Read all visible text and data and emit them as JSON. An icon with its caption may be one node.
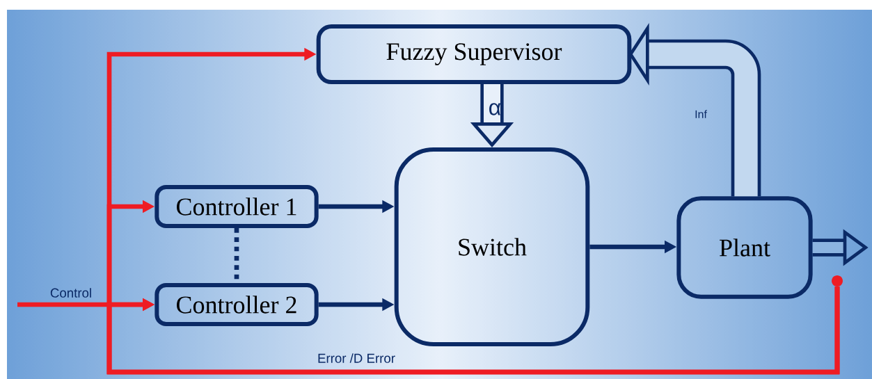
{
  "diagram": {
    "nodes": [
      {
        "text": [
          "Fuzzy Supervisor"
        ]
      },
      {
        "text": [
          "Controller 1"
        ]
      },
      {
        "text": [
          "Controller 2"
        ]
      },
      {
        "text": [
          "Switch"
        ]
      },
      {
        "text": [
          "Plant"
        ]
      },
      {
        "text": [],
        "shape": "circle"
      }
    ],
    "edges": [
      {
        "from": 5,
        "to": 0,
        "arrow": "to",
        "color": "#ee1c24",
        "label": "Error /D Error"
      },
      {
        "from": 5,
        "to": 1,
        "arrow": "to",
        "color": "#ee1c24"
      },
      {
        "from": 5,
        "to": 2,
        "arrow": "to",
        "color": "#ee1c24"
      },
      {
        "from": null,
        "to": 2,
        "arrow": "to",
        "color": "#ee1c24",
        "label": "Control"
      },
      {
        "from": 1,
        "to": 3,
        "arrow": "to"
      },
      {
        "from": 2,
        "to": 3,
        "arrow": "to"
      },
      {
        "from": 0,
        "to": 3,
        "arrow": "to",
        "style": "thick",
        "label": "α"
      },
      {
        "from": 3,
        "to": 4,
        "arrow": "to"
      },
      {
        "from": 4,
        "to": 0,
        "arrow": "to",
        "style": "thick",
        "label": "Inf"
      },
      {
        "from": 1,
        "to": 2,
        "arrow": "none",
        "style": "dashed"
      },
      {
        "from": 4,
        "to": null,
        "arrow": "to",
        "style": "thick"
      }
    ]
  }
}
